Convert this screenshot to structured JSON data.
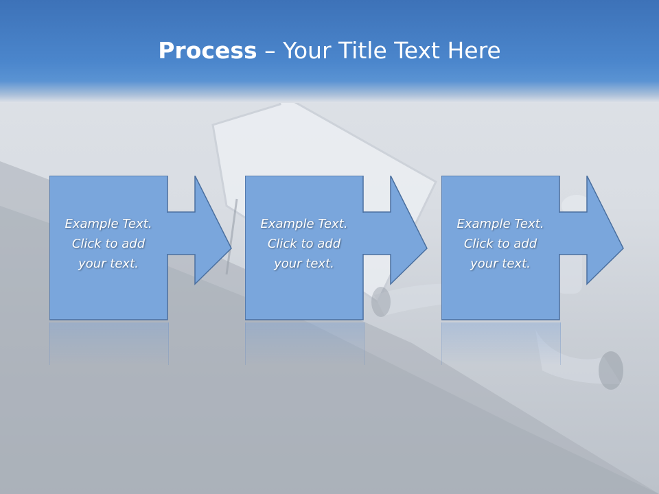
{
  "title": {
    "bold": "Process",
    "rest": " – Your Title Text Here"
  },
  "steps": [
    {
      "line1": "Example Text.",
      "line2": "Click  to add",
      "line3": "your text."
    },
    {
      "line1": "Example Text.",
      "line2": "Click  to add",
      "line3": "your text."
    },
    {
      "line1": "Example Text.",
      "line2": "Click  to add",
      "line3": "your text."
    }
  ],
  "colors": {
    "title_bar": "#4b86cc",
    "box_fill": "#7aa6dc",
    "box_stroke": "#4a6f9f"
  }
}
